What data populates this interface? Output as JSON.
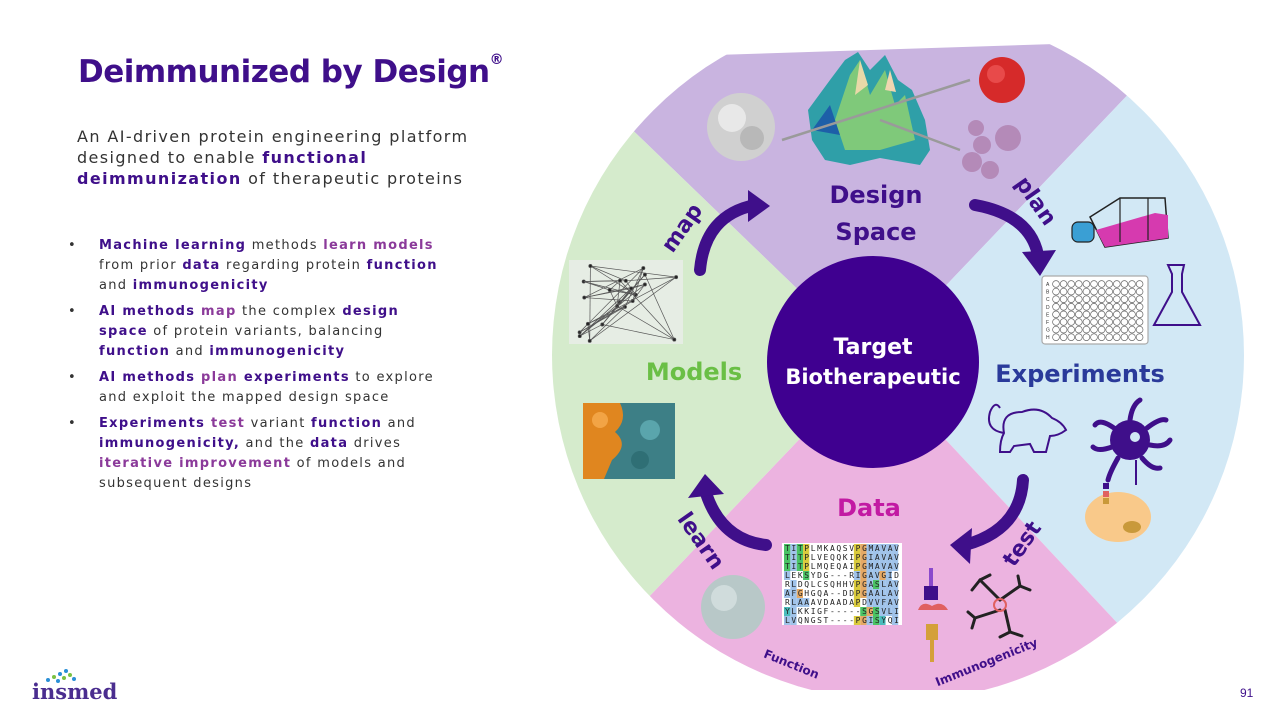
{
  "slide": {
    "title": "Deimmunized by Design",
    "title_mark": "®",
    "subtitle": {
      "part1": "An AI-driven protein engineering platform designed to enable ",
      "emph1": "functional deimmunization",
      "part2": " of therapeutic proteins"
    },
    "bullets": [
      {
        "segments": [
          {
            "t": "Machine learning",
            "s": "hl"
          },
          {
            "t": " methods ",
            "s": ""
          },
          {
            "t": "learn models",
            "s": "hl2"
          },
          {
            "t": " from prior ",
            "s": ""
          },
          {
            "t": "data",
            "s": "hl"
          },
          {
            "t": " regarding protein ",
            "s": ""
          },
          {
            "t": "function",
            "s": "hl"
          },
          {
            "t": " and ",
            "s": ""
          },
          {
            "t": "immunogenicity",
            "s": "hl"
          }
        ]
      },
      {
        "segments": [
          {
            "t": "AI methods",
            "s": "hl"
          },
          {
            "t": " map",
            "s": "hl2"
          },
          {
            "t": " the complex ",
            "s": ""
          },
          {
            "t": "design space",
            "s": "hl"
          },
          {
            "t": " of protein variants, balancing ",
            "s": ""
          },
          {
            "t": "function",
            "s": "hl"
          },
          {
            "t": " and ",
            "s": ""
          },
          {
            "t": "immunogenicity",
            "s": "hl"
          }
        ]
      },
      {
        "segments": [
          {
            "t": "AI methods",
            "s": "hl"
          },
          {
            "t": " plan",
            "s": "hl2"
          },
          {
            "t": " experiments",
            "s": "hl"
          },
          {
            "t": " to explore and exploit the mapped design space",
            "s": ""
          }
        ]
      },
      {
        "segments": [
          {
            "t": "Experiments",
            "s": "hl"
          },
          {
            "t": " test",
            "s": "hl2"
          },
          {
            "t": " variant ",
            "s": ""
          },
          {
            "t": "function",
            "s": "hl"
          },
          {
            "t": " and ",
            "s": ""
          },
          {
            "t": "immunogenicity,",
            "s": "hl"
          },
          {
            "t": " and the ",
            "s": ""
          },
          {
            "t": "data",
            "s": "hl"
          },
          {
            "t": " drives ",
            "s": ""
          },
          {
            "t": "iterative improvement",
            "s": "hl2"
          },
          {
            "t": " of models and subsequent designs",
            "s": ""
          }
        ]
      }
    ],
    "bullet_char": "•",
    "logo_text": "insmed",
    "page_number": "91"
  },
  "wheel": {
    "center_label_line1": "Target",
    "center_label_line2": "Biotherapeutic",
    "quadrants": {
      "design_space": {
        "line1": "Design",
        "line2": "Space",
        "color": "#c9b4e0",
        "text_color": "#3f0f8a"
      },
      "experiments": {
        "label": "Experiments",
        "color": "#d2e8f5",
        "text_color": "#2a3a9a"
      },
      "data": {
        "label": "Data",
        "color": "#ecb3e0",
        "text_color": "#c21aa3"
      },
      "models": {
        "label": "Models",
        "color": "#d5ebcc",
        "text_color": "#6abf45"
      }
    },
    "arrows": {
      "map": "map",
      "plan": "plan",
      "test": "test",
      "learn": "learn"
    },
    "data_sublabels": {
      "function": "Function",
      "immunogenicity": "Immunogenicity"
    },
    "msa_rows": [
      "TITPLMKAQSVPGMAVAV",
      "TITPLVEQQKIPGIAVAV",
      "TITPLMQEQAIPGMAVAV",
      "LEKSYDG---RIGAVGID",
      "RLDQLCSQHHVPGASLAV",
      "AFGHGQA--DDPGAALAV",
      "RLAAAVDAADAPDVVFAV",
      "YLKKIGF-----SGSVLI",
      "LVQNGST----PGISYQI"
    ],
    "plate_rows": [
      "A",
      "B",
      "C",
      "D",
      "E",
      "F",
      "G",
      "H"
    ],
    "accent": "#3f0f8a",
    "center_color": "#3f0090"
  }
}
